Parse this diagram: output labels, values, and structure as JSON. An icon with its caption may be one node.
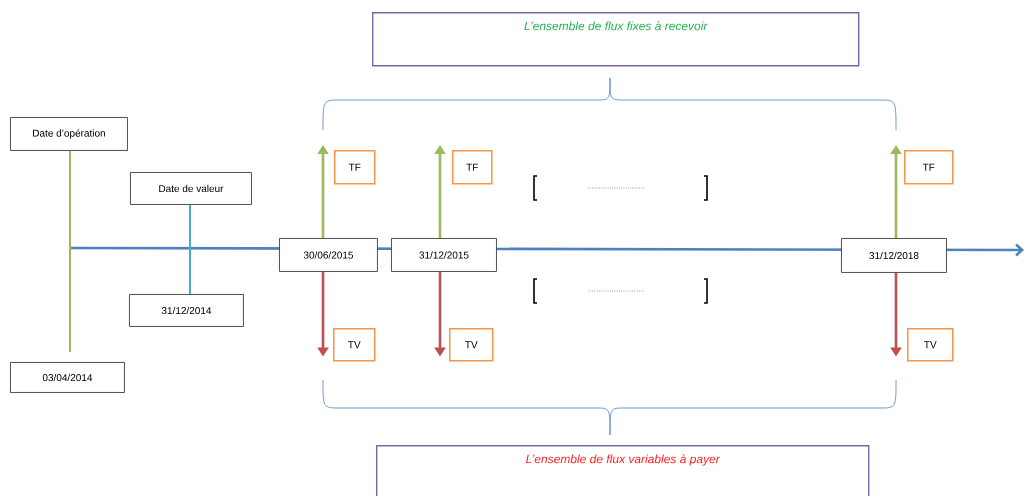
{
  "diagram": {
    "nodes": [
      {
        "text": [
          "L’ensemble de flux fixes à recevoir"
        ]
      },
      {
        "text": [
          "Date d’opération"
        ]
      },
      {
        "text": [
          "TF"
        ]
      },
      {
        "text": [
          "TF"
        ]
      },
      {
        "text": [
          "TF"
        ]
      },
      {
        "text": [
          "Date de  valeur"
        ]
      },
      {
        "text": [
          "30/06/2015"
        ]
      },
      {
        "text": [
          "31/12/2015"
        ]
      },
      {
        "text": [
          "31/12/2018"
        ]
      },
      {
        "text": [
          "31/12/2014"
        ]
      },
      {
        "text": [
          "TV"
        ]
      },
      {
        "text": [
          "TV"
        ]
      },
      {
        "text": [
          "TV"
        ]
      },
      {
        "text": [
          "03/04/2014"
        ]
      },
      {
        "text": [
          "L’ensemble de flux variables à payer"
        ]
      }
    ],
    "edges": [
      {
        "from": 1,
        "to": 13,
        "arrow": "none",
        "color": "#9bbb59"
      },
      {
        "from": 5,
        "to": 9,
        "arrow": "none",
        "color": "#4bacc6"
      },
      {
        "from": 6,
        "to": 2,
        "arrow": "to",
        "color": "#9bbb59"
      },
      {
        "from": 6,
        "to": 10,
        "arrow": "to",
        "color": "#c0504d"
      },
      {
        "from": 7,
        "to": 3,
        "arrow": "to",
        "color": "#9bbb59"
      },
      {
        "from": 7,
        "to": 11,
        "arrow": "to",
        "color": "#c0504d"
      },
      {
        "from": 8,
        "to": 4,
        "arrow": "to",
        "color": "#9bbb59"
      },
      {
        "from": 8,
        "to": 12,
        "arrow": "to",
        "color": "#c0504d"
      }
    ],
    "labels": [
      "..........................",
      ".........................."
    ]
  }
}
